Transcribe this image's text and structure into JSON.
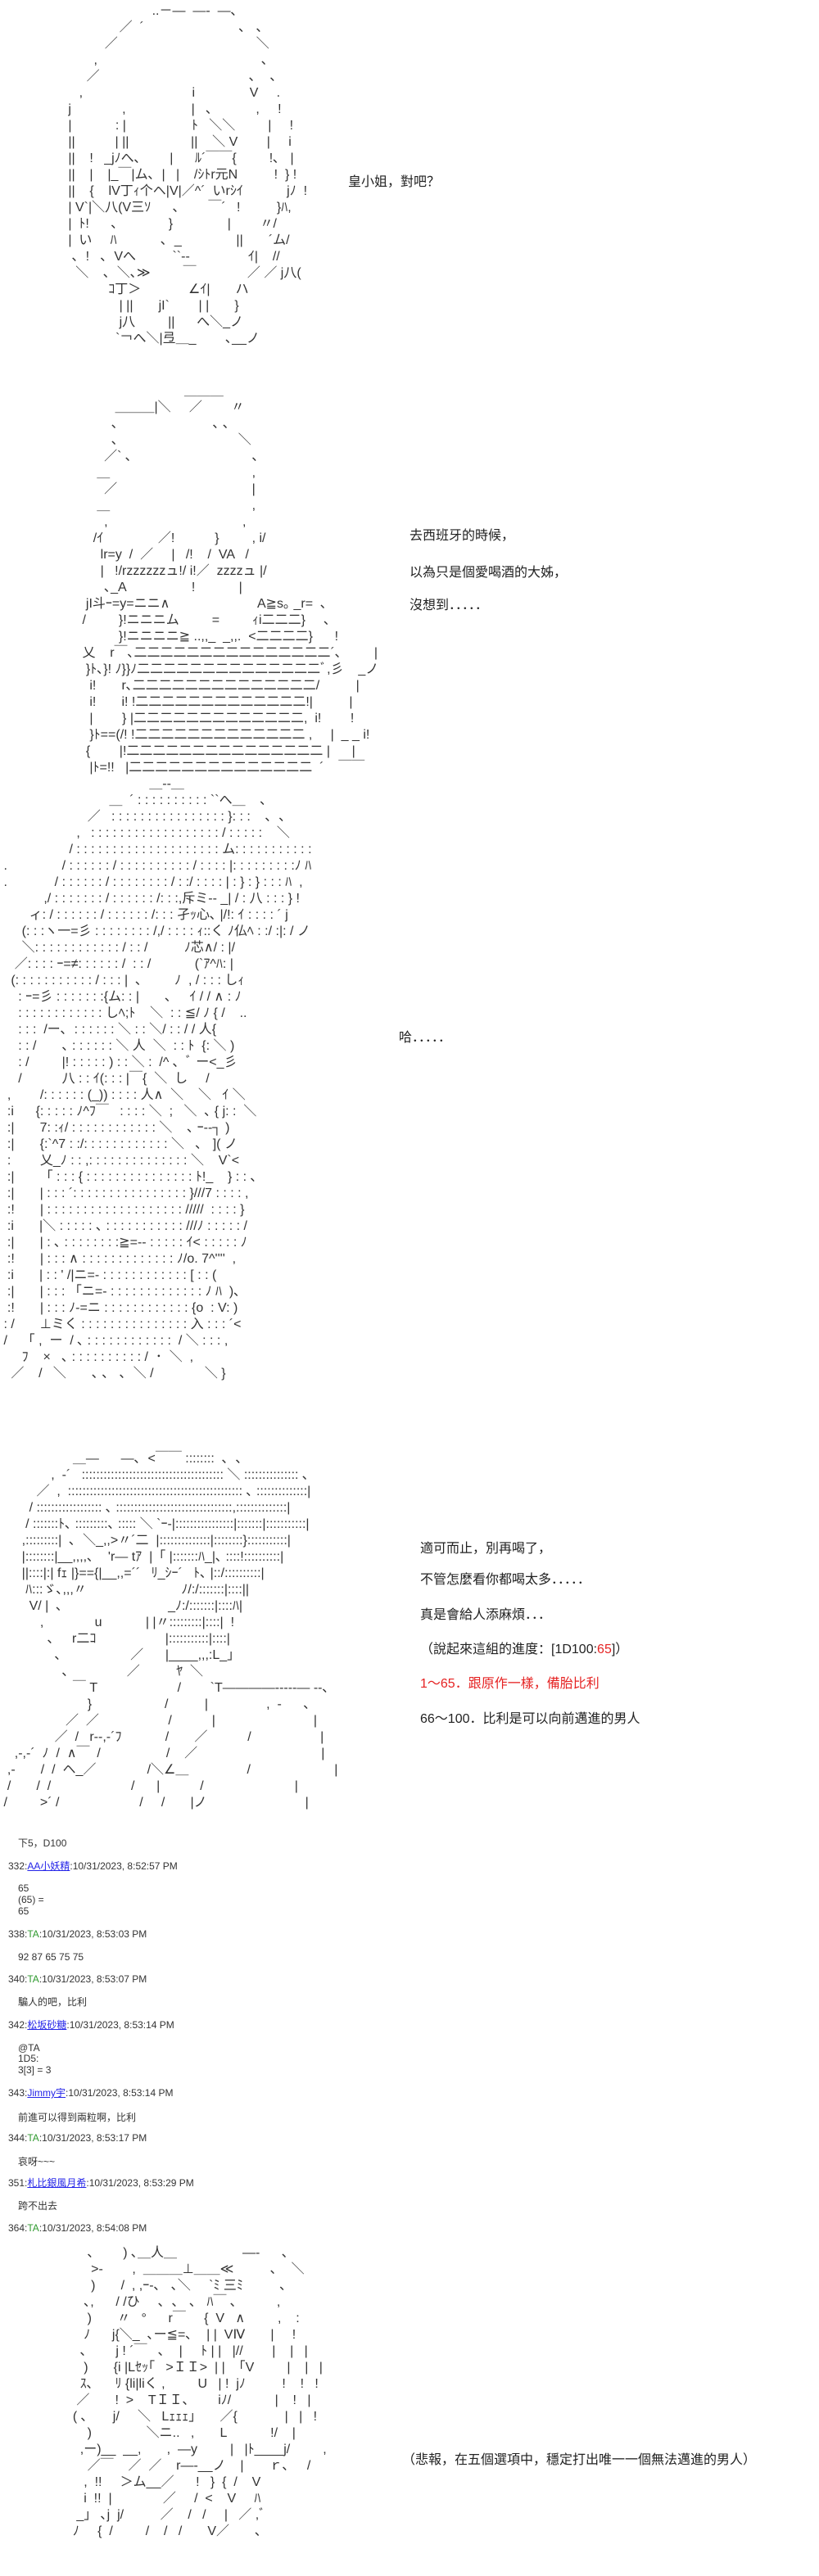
{
  "colors": {
    "text": "#222222",
    "highlight_red": "#e52222",
    "link_blue": "#2424e8",
    "author_green": "#2f9a2f"
  },
  "art": {
    "a1": "                          ..－―  ―-  ―､\n                 ／  ´                          ､   ､\n             ／                                      ＼\n          ,                                             ､\n        ／                                         ､    ､\n      ,                              i               V     .\n   j              ,                  |   ､            ,     !\n   |            : |                  ﾄ   ＼＼         |     !\n   ||           | ||                 ||    ＼ V        |     i\n   ||    !   _jﾉへ､        |      ﾙ´￣￣{         !､   |\n   ||    |    |_￣|ム､  |   |    /ｼﾄr元N          !  } !\n   ||    {    lV丁ｨ个ヘ|V|／^´  いrｼｲ            jﾉ  !\n   | V`|＼八(V三ｿ      ､        ￣´   !          }ﾊ,\n   |  ﾄ!      ､              }               |        〃/\n   |  い     ﾊ            ､  _               ||       ´ム/\n    ､  !   ､  Vへ          ``--                ｲ|    //\n     ＼    ､  ＼､≫         ￣              ／ ／ j八(\n              ｺ丁＞             ∠ｲ|       ハ\n                 | ||       jI`        | |       }\n                 j八         ||      へ＼_ノ\n                `￢へ＼|弖＿_        ､__ノ",
    "a2": "                             ＿＿＿\n          ＿＿＿|＼     ／        〃\n         ､                          ､ ､\n         ､                                 ＼\n       ／` ､                                 ､\n     ＿                                       ,\n       ／                                     |\n     ＿                                       ,\n       ,                                     ,\n    /ｲ               ／!           }         , i/\n      lr=y  /  ／     |   /!    /  VA   /\n      |   !/rzzzzzzュ!/ i!／  zzzzュ |/\n       ､_A                  !            |\n  jI斗ｰ=y=ニニ∧                        A≧s｡ _r=  ､\n /         }!ニニニム         =         ｨi二二二}     ､\n           }!ニニニニ≧ ..,,_  _,,.  <二二二二}      !\n 乂    r￣､二二二二二二二二二二二二二二二´､         |\n  }ﾄ､}! ﾉ}}ﾉ二二二二二二二二二二二二二二ﾞ,彡    _ノ\n   i!       r､二二二二二二二二二二二二二二/          |\n   i!       i! !二二二二二二二二二二二二二!|          |\n   |        } |二二二二二二二二二二二二二,  i!        !\n   }ﾄ==(/! !二二二二二二二二二二二二二 ,     |  _ _ i!\n  {        |!二二二二二二二二二二二二二二二 |      |\n   |ﾄ=!!   |二二二二二二二二二二二二二二  ´    ￣￣",
    "a3": "                                         ＿--＿\n                              ＿  ´ : : : : : : : : : : ``へ＿    ､\n                        ／   : : : : : : : : : : : : : : : : }: : :    ､  ､\n                     ,   : : : : : : : : : : : : : : : : : : / : : : : :    ＼\n                   / : : : : : : : : : : : : : : : : : : : : ム: : : : : : : : : : :\n .               / : : : : : : / : : : : : : : : : : / : : : : |: : : : : : : : :ﾉ ﾊ\n .             / : : : : : : / : : : : : : : : / : :/ : : : : | : } : } : : : ﾊ  ,\n            ,/ : : : : : : : / : : : : : : /: : :,斥ミ-- _| / : 八 : : : } !\n        ィ: / : : : : : : / : : : : : : /: : : 孑ｯ心､ |/!: ｲ : : : : ´ j\n      (: : :ヽ一=彡 : : : : : : : : /,/ : : : : ｨ::く ﾉ仏ﾍ : :/ :|: / ノ\n      ＼: : : : : : : : : : : : / : : /          ﾉ芯∧/ : |/\n    ／: : : : ｰ=≠: : : : : : /  : : /            (`ｱ^ﾊ: |\n   (: : : : : : : : : : : / : : : |  ､         ﾉ  , / : : : しｨ\n     : ｰ=彡 : : : : : : :{ム: : |       ､     ｲ / / ∧ : ﾉ\n     : : : : : : : : : : : : しﾍ;ﾄ    ＼  : : ≦/ ﾉ { /    ..\n     : : :  /ー､  : : : : : : ＼ : : ＼/ : : / / 人{\n     : : /       ､ : : : : : : ＼ 人  ＼  : : ﾄ  {: ＼ )\n     : /         |! : : : : : ) : : ＼ :  /^ ､  ﾞ ー<_彡\n     /           八 : : ｲ(: : : |￣{  ＼  し     /\n  ,        /: : : : : : (_)) : : : : 人∧  ＼    ＼   ｲ ＼\n  :i      {: : : : : ﾉ^ﾌ￣   : : : : ＼  ;   ＼  ､ { j: :  ＼\n  :|       7: :ｨ/ : : : : : : : : : : : : ＼    ､ ｰ--┐ )\n  :|       {:`^7 : :/: : : : : : : : : : : : ＼   ､   ]( ノ\n  :        乂_ﾉ : : ,: : : : : : : : : : : : : : ＼    V`<\n  :|       「 : : : { : : : : : : : : : : : : : : : ﾄ!_    } : : ､\n  :|       | : : : ´: : : : : : : : : : : : : : : : }///7 : : : : ,\n  :!       | : : : : : : : : : : : : : : : : : : : /////  : : : : }\n  :i       |＼ : : : : : ､ : : : : : : : : : : : ///ﾉ : : : : : /\n  :|       | : ､ : : : : : : : :≧=-- : : : : : ｲ< : : : : : ﾉ\n  :!       | : : : ∧ : : : : : : : : : : : : : ﾉ/o. 7^''''  ,\n  :i       | : : ' /|ニ=- : : : : : : : : : : : : [ : : (\n  :|       | : : : 「ニ=- : : : : : : : : : : : : : ﾉ ﾊ  )､\n  :!       | : : : ﾉ-=ニ : : : : : : : : : : : : {o  : V: )\n : /       ⊥ミく : : : : : : : : : : : : : : : 入 : : : ´<\n /    「 ,  ー  / ､ : : : : : : : : : : : :  / ＼ : : : ,\n      ﾌ    ×   ､ : : : : : : : : : : /  ･  ＼  ,\n   ／    /   ＼       ､ ､   ､  ＼ /              ＼ }",
    "a4": "                    ＿―      ―､  <￣￣ ::::::::  ､  ､\n              ,  -´   ::::::::::::::::::::::::::::::::::::::: ＼ ::::::::::::::: ､\n          ／  ,  :::::::::::::::::::::::::::::::::::::::::::::::: ､ ::::::::::::::|\n        / :::::::::::::::::: ､ ::::::::::::::::::::::::::::::::,::::::::::::::|\n       / :::::::ﾄ､ :::::::::､ ::::: ＼ `ｰ-|::::::::::::::::|:::::::|:::::::::::|\n      ,:::::::::|  ､  ＼_,,>〃´二  |::::::::::::::|::::::::}:::::::::::|\n      |::::::::|__,,,,､    'r― tｱ  |「 |:::::::ﾊ_|､ ::::!::::::::::|\n      ||::::|:| fｪ |}=={|__,,=´´   ﾘ_ｼｰ´   ﾄ､ |::/::::::::::|\n       ﾊ:::ゞ､,,,〃                          ﾉ/:/:::::::|::::||\n        V/ |  ､                             _ﾉ:/:::::::|::::ﾊ|\n           ,              u            | |〃:::::::::|::::|  !\n             ､     r二ｺ                   |:::::::::::|::::|\n               ､                   ／      |____,,,:L_」\n                 ､                ／          ﾔ  ＼\n                    ￣ T                      /        `T――――-----― --､\n                        }                    /          |                ,  -      ､\n                  ／  ／                   /           |                           |\n               ／  /   r--,-´ﾌ            /       ／           /                   |\n    ,-,-´  ﾉ  /  ∧￣  /                  /    ／                                  |\n  ,-       /  /  ヘ_／              /＼∠＿                /                       |\n  /       /  /                      /      |           /                         |\n /         >´ /                      /     /       |ノ                           |",
    "a5": "      ､        ) ､＿人＿                  ―-      ､\n       >-        ,  ＿＿＿⊥＿＿≪          ､    ＼\n       )       /  , ,ｰ-､   ､＼     `ﾐ 三ﾐ          ､\n     ､,      / /ひ     ､  ､   ､   ﾊ￣ ､           ,\n      )       〃   °      r￣     {  V   ∧         ,    :\n     ﾉ      j{＼_  ､ー≦=､    | |  VⅣ       |     !\n    ､        j ! ´￣   ､    |     ﾄ | |   |//        |    |   |\n     )       {i |Lｾｯ｢   >ＩＩ>  | |  「V         |    |   |\n    ｽ､      ﾘ {li|liく ,         U   | !  jﾉ          !    !   !\n   ／       !  >    TＩＩ､        iﾉ/            |    !   |\n  ( ､       j/     ＼   Lｪｪｪ」     ／{             |   |   !\n      )               ＼ニ..   ,       L            !/    |\n    ,ー)__  __,       ,  ―y         |   |ﾄ____j/         ,\n      ／￣    ／  ／    r―-__ノ    |       ｒ､     /\n     ,  !!     ＞ム__／      !   }  {  /    V\n     i  !!  |              ／     /  <    V     ﾊ\n   _」 ､j  j/          ／    /   /     |   ／ ,ﾞ\n  ﾉ     {  /         /    /   /       V／       ､"
  },
  "dialogue": {
    "d1": "皇小姐，對吧？",
    "d2": [
      "去西班牙的時候，",
      "以為只是個愛喝酒的大姊，",
      "沒想到．．．．．"
    ],
    "d3": "哈．．．．．",
    "d4": {
      "line1": "適可而止，別再喝了，",
      "line2": "不管怎麼看你都喝太多．．．．．",
      "line3": "真是會給人添麻煩．．．",
      "line4_prefix": "（說起來這組的進度：[1D100:",
      "line4_roll": "65",
      "line4_suffix": "]）",
      "line5": "1～65．跟原作一樣，備胎比利",
      "line6": "66～100．比利是可以向前邁進的男人"
    },
    "d5": "（悲報，在五個選項中，穩定打出唯一一個無法邁進的男人）"
  },
  "forum": {
    "prompt": "下5，D100",
    "posts": [
      {
        "number": "332:",
        "author": "AA小妖精",
        "time": ":10/31/2023, 8:52:57 PM",
        "body": [
          "65",
          "(65) =",
          "65"
        ]
      },
      {
        "number": "338:",
        "author": "TA",
        "time": ":10/31/2023, 8:53:03 PM",
        "body": [
          "92 87 65 75 75"
        ]
      },
      {
        "number": "340:",
        "author": "TA",
        "time": ":10/31/2023, 8:53:07 PM",
        "body": [
          "騙人的吧，比利"
        ]
      },
      {
        "number": "342:",
        "author": "松坂砂糖",
        "time": ":10/31/2023, 8:53:14 PM",
        "body": [
          "@TA",
          "1D5:",
          "3[3] = 3"
        ]
      },
      {
        "number": "343:",
        "author": "Jimmy宇",
        "time": ":10/31/2023, 8:53:14 PM",
        "body": [
          "前進可以得到兩粒啊，比利"
        ]
      },
      {
        "number": "344:",
        "author": "TA",
        "time": ":10/31/2023, 8:53:17 PM",
        "body": [
          "哀呀~~~"
        ]
      },
      {
        "number": "351:",
        "author": "札比銀風月希",
        "time": ":10/31/2023, 8:53:29 PM",
        "body": [
          "跨不出去"
        ]
      },
      {
        "number": "364:",
        "author": "TA",
        "time": ":10/31/2023, 8:54:08 PM",
        "body": []
      }
    ]
  }
}
